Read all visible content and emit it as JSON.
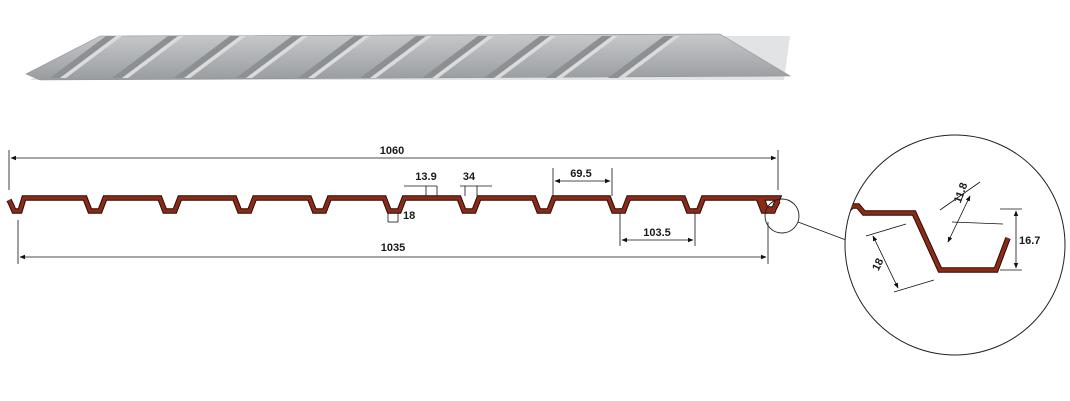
{
  "drawing": {
    "profile_color": "#8a2a17",
    "sheet_color": "#a7aaad",
    "ribs": 10,
    "dimensions": {
      "total_width": "1060",
      "cover_width": "1035",
      "rib_top": "13.9",
      "rib_bottom": "34",
      "pan_width": "69.5",
      "rib_pitch": "103.5",
      "rib_depth": "18"
    },
    "detail": {
      "flank_length": "18",
      "lap_width": "11.8",
      "lap_height": "16.7"
    }
  }
}
